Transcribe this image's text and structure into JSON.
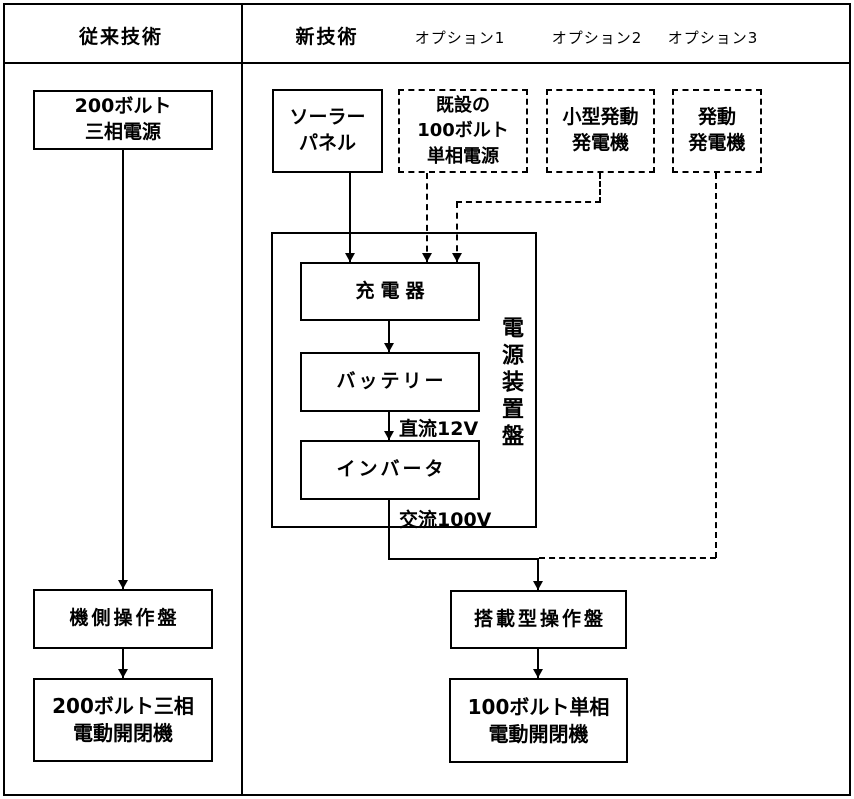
{
  "diagram": {
    "background_color": "#ffffff",
    "line_color": "#000000"
  },
  "header": {
    "conventional": "従来技術",
    "new": "新技術",
    "option1": "オプション1",
    "option2": "オプション2",
    "option3": "オプション3"
  },
  "boxes": {
    "conventional_source": [
      "200ボルト",
      "三相電源"
    ],
    "solar_panel": [
      "ソーラー",
      "パネル"
    ],
    "existing_source": [
      "既設の",
      "100ボルト",
      "単相電源"
    ],
    "small_generator": [
      "小型発動",
      "発電機"
    ],
    "generator": [
      "発動",
      "発電機"
    ],
    "charger": "充電器",
    "battery": "バッテリー",
    "inverter": "インバータ",
    "local_panel": "機側操作盤",
    "conventional_motor": [
      "200ボルト三相",
      "電動開閉機"
    ],
    "onboard_panel": "搭載型操作盤",
    "new_motor": [
      "100ボルト単相",
      "電動開閉機"
    ]
  },
  "labels": {
    "power_unit": "電源装置盤",
    "dc": "直流12V",
    "ac": "交流100V"
  }
}
